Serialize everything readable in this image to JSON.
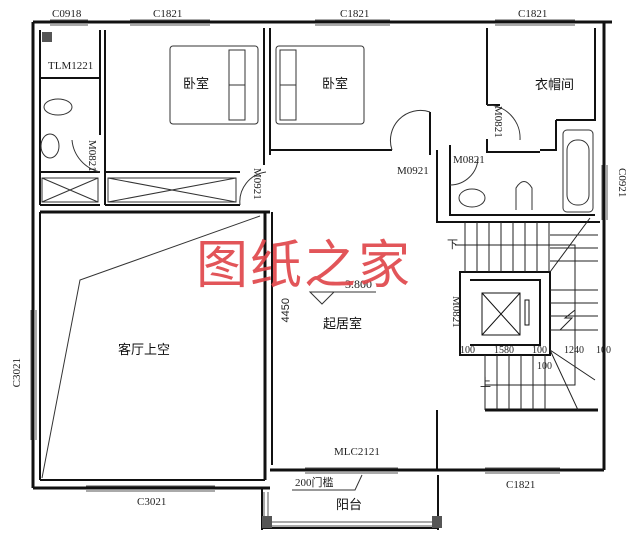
{
  "plan": {
    "watermark": "图纸之家",
    "elevation": "3.800",
    "rooms": {
      "bedroom_left": "卧室",
      "bedroom_middle": "卧室",
      "cloakroom": "衣帽间",
      "living_room": "起居室",
      "living_void": "客厅上空",
      "balcony": "阳台"
    },
    "windows": {
      "top_left_small": "C0918",
      "top_left": "C1821",
      "top_middle": "C1821",
      "top_right": "C1821",
      "right": "C0921",
      "left": "C3021",
      "bottom_left": "C3021",
      "bottom_right": "C1821"
    },
    "doors": {
      "tlm": "TLM1221",
      "bath_left": "M0821",
      "bedroom_left": "M0921",
      "bedroom_middle": "M0921",
      "cloakroom": "M0821",
      "bath_right": "M0821",
      "elevator": "M0821",
      "balcony": "MLC2121"
    },
    "annotations": {
      "threshold": "200门槛",
      "dimension_vertical": "4450",
      "stair_down": "下",
      "stair_up": "上"
    },
    "stair_dims": [
      "100",
      "1580",
      "100",
      "1240",
      "100"
    ],
    "stair_dim_below": "100",
    "colors": {
      "wall": "#111111",
      "watermark": "#e0474c"
    }
  }
}
